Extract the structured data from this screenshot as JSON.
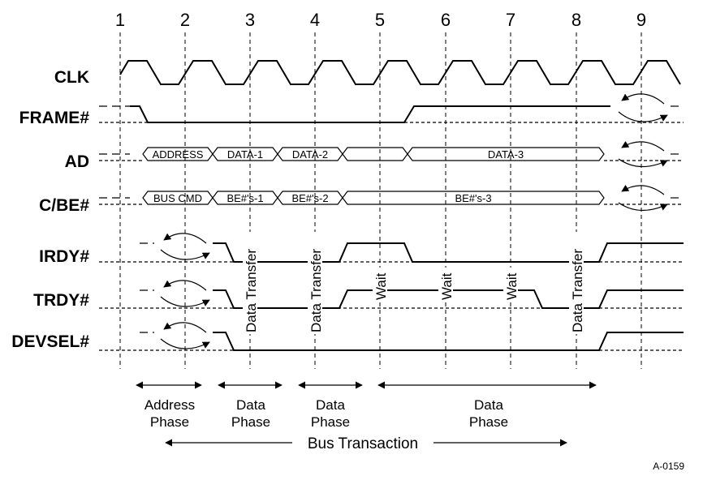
{
  "clock_numbers": [
    "1",
    "2",
    "3",
    "4",
    "5",
    "6",
    "7",
    "8",
    "9"
  ],
  "signals": {
    "clk": "CLK",
    "frame": "FRAME#",
    "ad": "AD",
    "cbe": "C/BE#",
    "irdy": "IRDY#",
    "trdy": "TRDY#",
    "devsel": "DEVSEL#"
  },
  "ad_bus": {
    "address": "ADDRESS",
    "data1": "DATA-1",
    "data2": "DATA-2",
    "data3": "DATA-3"
  },
  "cbe_bus": {
    "cmd": "BUS CMD",
    "be1": "BE#'s-1",
    "be2": "BE#'s-2",
    "be3": "BE#'s-3"
  },
  "annotations": {
    "data_transfer": "Data Transfer",
    "wait": "Wait"
  },
  "phases": {
    "address_line1": "Address",
    "address_line2": "Phase",
    "data_line1": "Data",
    "data_line2": "Phase"
  },
  "bus_transaction": "Bus Transaction",
  "figure_id": "A-0159"
}
